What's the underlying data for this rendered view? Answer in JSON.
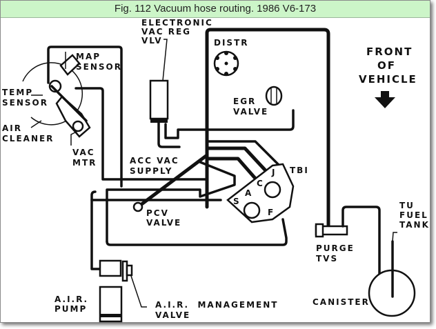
{
  "figure": {
    "caption": "Fig. 112 Vacuum hose routing. 1986 V6-173",
    "caption_bg": "#ccf5c8"
  },
  "labels": {
    "electronic_vac_reg_vlv": [
      "ELECTRONIC",
      "VAC REG",
      "VLV"
    ],
    "distr": "DISTR",
    "front_of_vehicle": [
      "FRONT",
      "OF",
      "VEHICLE"
    ],
    "map_sensor": [
      "MAP",
      "SENSOR"
    ],
    "temp_sensor": [
      "TEMP",
      "SENSOR"
    ],
    "air_cleaner": [
      "AIR",
      "CLEANER"
    ],
    "vac_mtr": [
      "VAC",
      "MTR"
    ],
    "egr_valve": [
      "EGR",
      "VALVE"
    ],
    "acc_vac_supply": [
      "ACC VAC",
      "SUPPLY"
    ],
    "tbi": "TBI",
    "tbi_ports": {
      "j": "J",
      "c": "C",
      "a": "A",
      "s": "S",
      "f": "F"
    },
    "pcv_valve": [
      "PCV",
      "VALVE"
    ],
    "purge_tvs": [
      "PURGE",
      "TVS"
    ],
    "to_fuel_tank": [
      "TU",
      "FUEL",
      "TANK"
    ],
    "canister": "CANISTER",
    "air_pump": [
      "A.I.R.",
      "PUMP"
    ],
    "air_management_valve": [
      "A.I.R.  MANAGEMENT",
      "VALVE"
    ]
  },
  "icons": {
    "front_arrow": "down-arrow-icon"
  }
}
